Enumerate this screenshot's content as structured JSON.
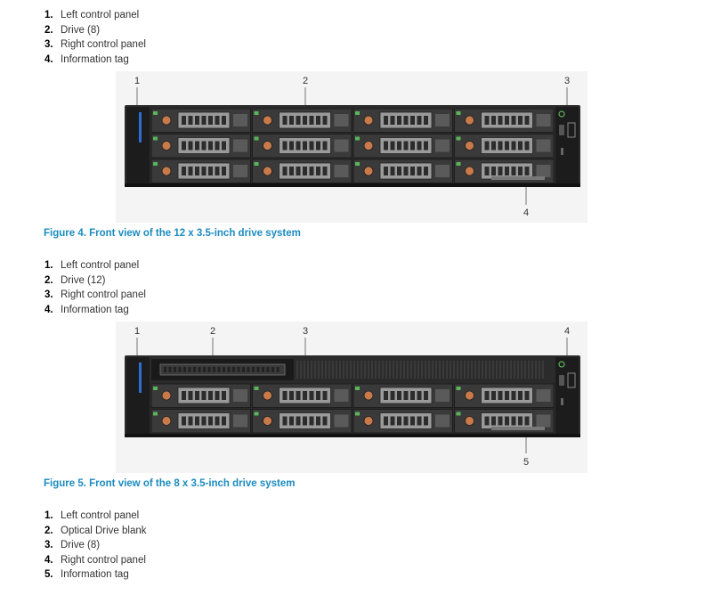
{
  "list1": [
    {
      "num": "1.",
      "text": "Left control panel"
    },
    {
      "num": "2.",
      "text": "Drive (8)"
    },
    {
      "num": "3.",
      "text": "Right control panel"
    },
    {
      "num": "4.",
      "text": "Information tag"
    }
  ],
  "figure1": {
    "callouts": [
      "1",
      "2",
      "3",
      "4"
    ],
    "caption": "Figure 4. Front view of the 12 x 3.5-inch drive system"
  },
  "list2": [
    {
      "num": "1.",
      "text": "Left control panel"
    },
    {
      "num": "2.",
      "text": "Drive (12)"
    },
    {
      "num": "3.",
      "text": "Right control panel"
    },
    {
      "num": "4.",
      "text": "Information tag"
    }
  ],
  "figure2": {
    "callouts": [
      "1",
      "2",
      "3",
      "4",
      "5"
    ],
    "caption": "Figure 5. Front view of the 8 x 3.5-inch drive system"
  },
  "list3": [
    {
      "num": "1.",
      "text": "Left control panel"
    },
    {
      "num": "2.",
      "text": "Optical Drive blank"
    },
    {
      "num": "3.",
      "text": "Drive (8)"
    },
    {
      "num": "4.",
      "text": "Right control panel"
    },
    {
      "num": "5.",
      "text": "Information tag"
    }
  ]
}
